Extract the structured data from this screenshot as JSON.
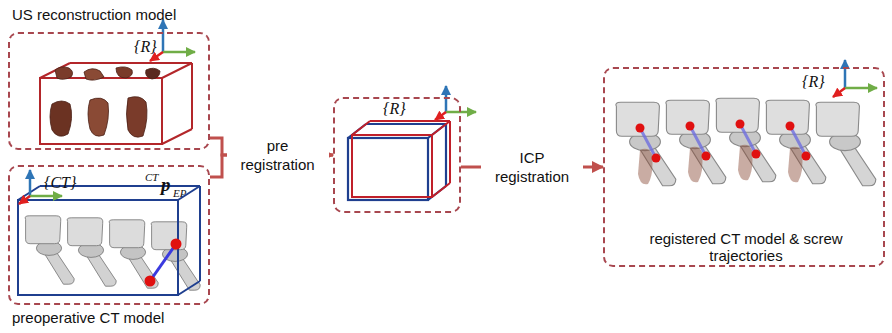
{
  "diagram": {
    "nodes": [
      {
        "text": [
          "US reconstruction model",
          "{R}"
        ]
      },
      {
        "text": [
          "{CT}",
          "CT",
          "p",
          "EP",
          "preoperative CT model"
        ]
      },
      {
        "text": [
          "{R}"
        ]
      },
      {
        "text": [
          "{R}",
          "registered CT model & screw trajectories"
        ]
      }
    ],
    "edges": [
      {
        "from": 0,
        "to": 2,
        "arrow": "to",
        "label": "pre registration"
      },
      {
        "from": 1,
        "to": 2,
        "arrow": "to"
      },
      {
        "from": 2,
        "to": 3,
        "arrow": "to",
        "label": "ICP registration"
      }
    ]
  }
}
